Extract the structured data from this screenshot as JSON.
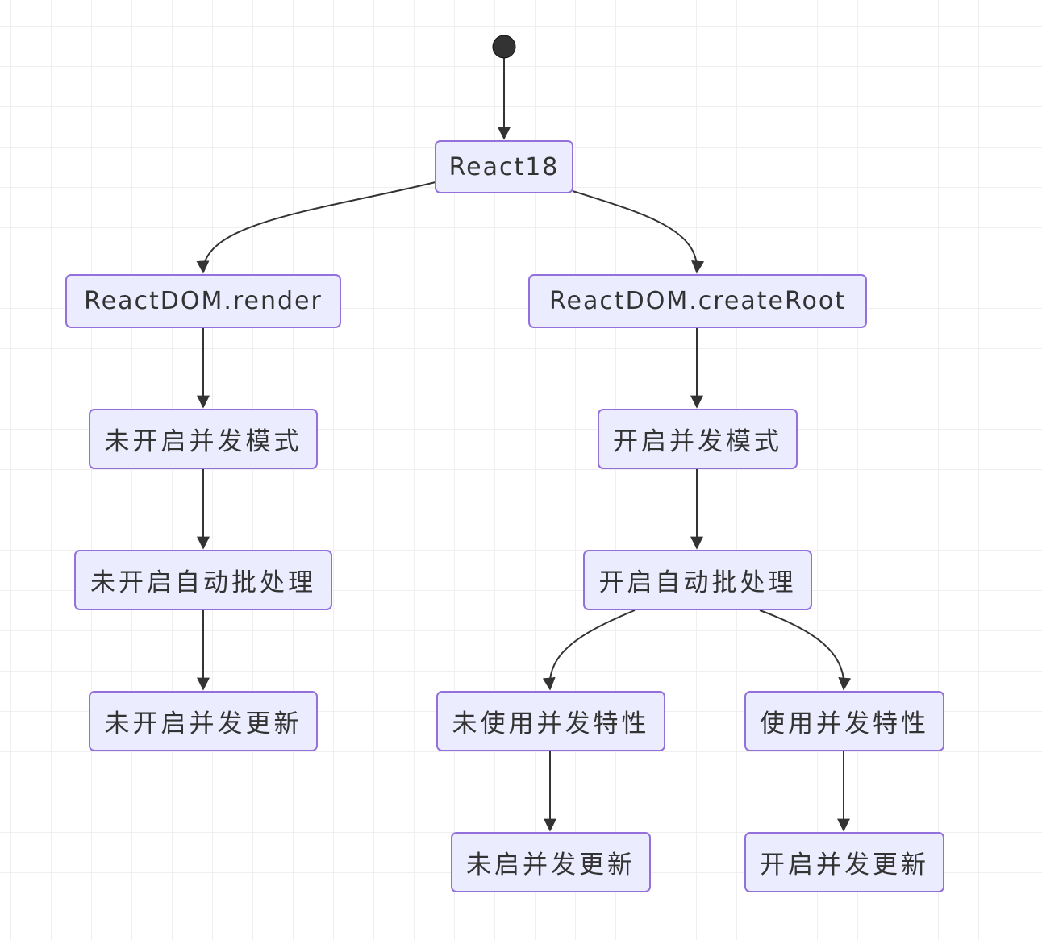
{
  "nodes": {
    "react18": "React18",
    "render": "ReactDOM.render",
    "createRoot": "ReactDOM.createRoot",
    "no_concurrent_mode": "未开启并发模式",
    "concurrent_mode": "开启并发模式",
    "no_auto_batching": "未开启自动批处理",
    "auto_batching": "开启自动批处理",
    "no_concurrent_update": "未开启并发更新",
    "no_concurrent_features": "未使用并发特性",
    "use_concurrent_features": "使用并发特性",
    "no_enable_concurrent_update": "未启并发更新",
    "enable_concurrent_update": "开启并发更新"
  },
  "edges": [
    [
      "start",
      "react18"
    ],
    [
      "react18",
      "render"
    ],
    [
      "react18",
      "createRoot"
    ],
    [
      "render",
      "no_concurrent_mode"
    ],
    [
      "no_concurrent_mode",
      "no_auto_batching"
    ],
    [
      "no_auto_batching",
      "no_concurrent_update"
    ],
    [
      "createRoot",
      "concurrent_mode"
    ],
    [
      "concurrent_mode",
      "auto_batching"
    ],
    [
      "auto_batching",
      "no_concurrent_features"
    ],
    [
      "auto_batching",
      "use_concurrent_features"
    ],
    [
      "no_concurrent_features",
      "no_enable_concurrent_update"
    ],
    [
      "use_concurrent_features",
      "enable_concurrent_update"
    ]
  ],
  "colors": {
    "node_fill": "#ECECFF",
    "node_border": "#9370DB",
    "edge": "#333333",
    "start_dot": "#333333"
  }
}
